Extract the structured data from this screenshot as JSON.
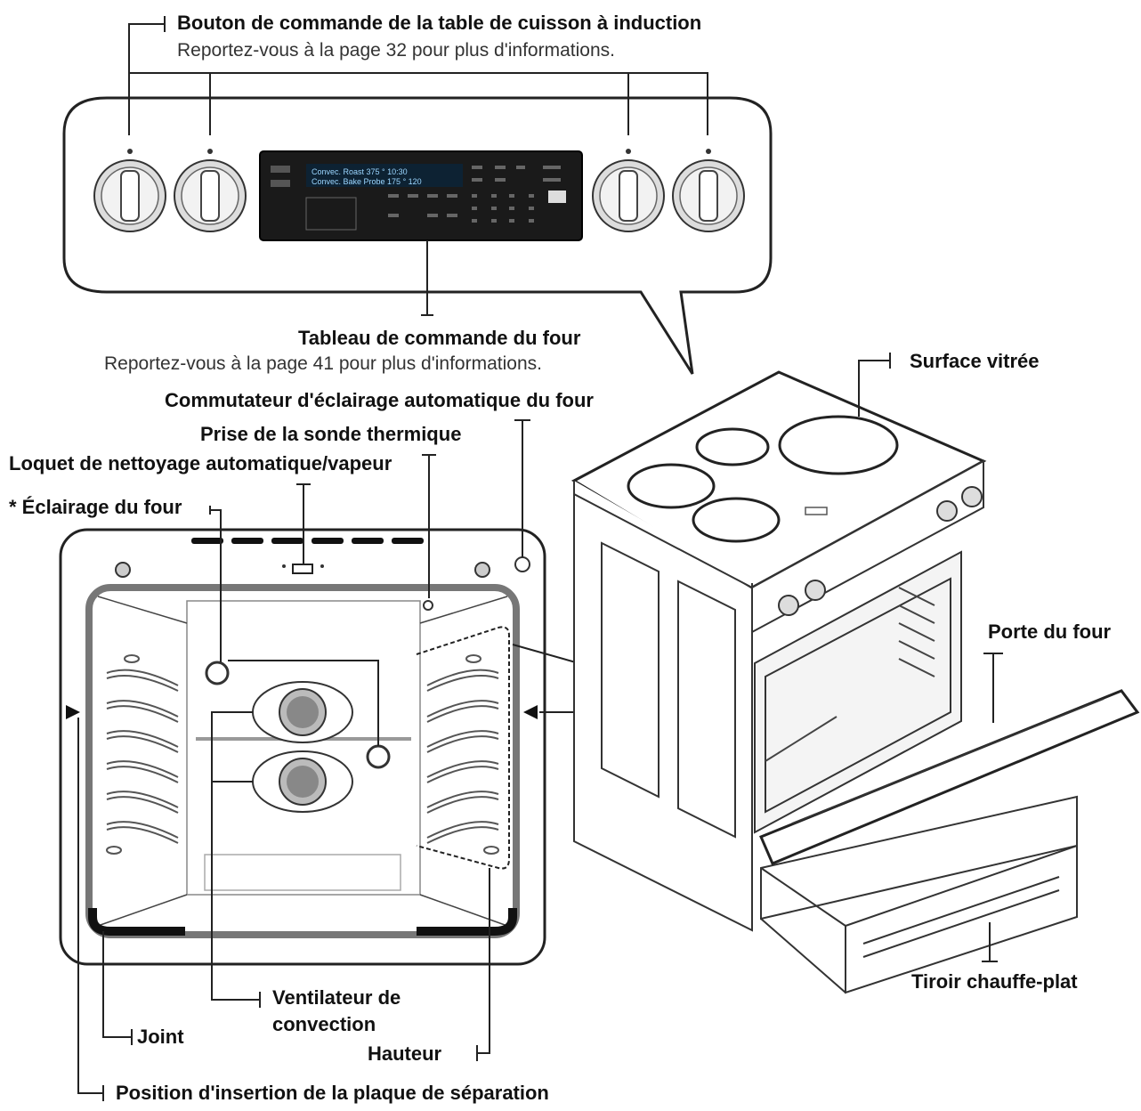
{
  "callouts": {
    "induction_knob": {
      "title": "Bouton de commande de la table de cuisson à induction",
      "subtitle": "Reportez-vous à la page 32 pour plus d'informations."
    },
    "oven_control_panel": {
      "title": "Tableau de commande du four",
      "subtitle": "Reportez-vous à la page 41 pour plus d'informations."
    },
    "glass_surface": "Surface vitrée",
    "auto_light_switch": "Commutateur d'éclairage automatique du four",
    "probe_jack": "Prise de la sonde thermique",
    "clean_latch": "Loquet de nettoyage automatique/vapeur",
    "oven_light": "* Éclairage du four",
    "oven_door": "Porte du four",
    "convection_fan_line1": "Ventilateur de",
    "convection_fan_line2": "convection",
    "gasket": "Joint",
    "rack_height": "Hauteur",
    "warming_drawer": "Tiroir chauffe-plat",
    "divider_position": "Position d'insertion de la plaque de séparation"
  },
  "display": {
    "line1": "Convec. Roast 375 ° 10:30",
    "line2": "Convec. Bake Probe 175 ° 120"
  },
  "colors": {
    "line": "#222222",
    "panel": "#1a1a1a",
    "panel_text": "#9bd6ff",
    "fill": "#ffffff",
    "gray": "#999999"
  }
}
